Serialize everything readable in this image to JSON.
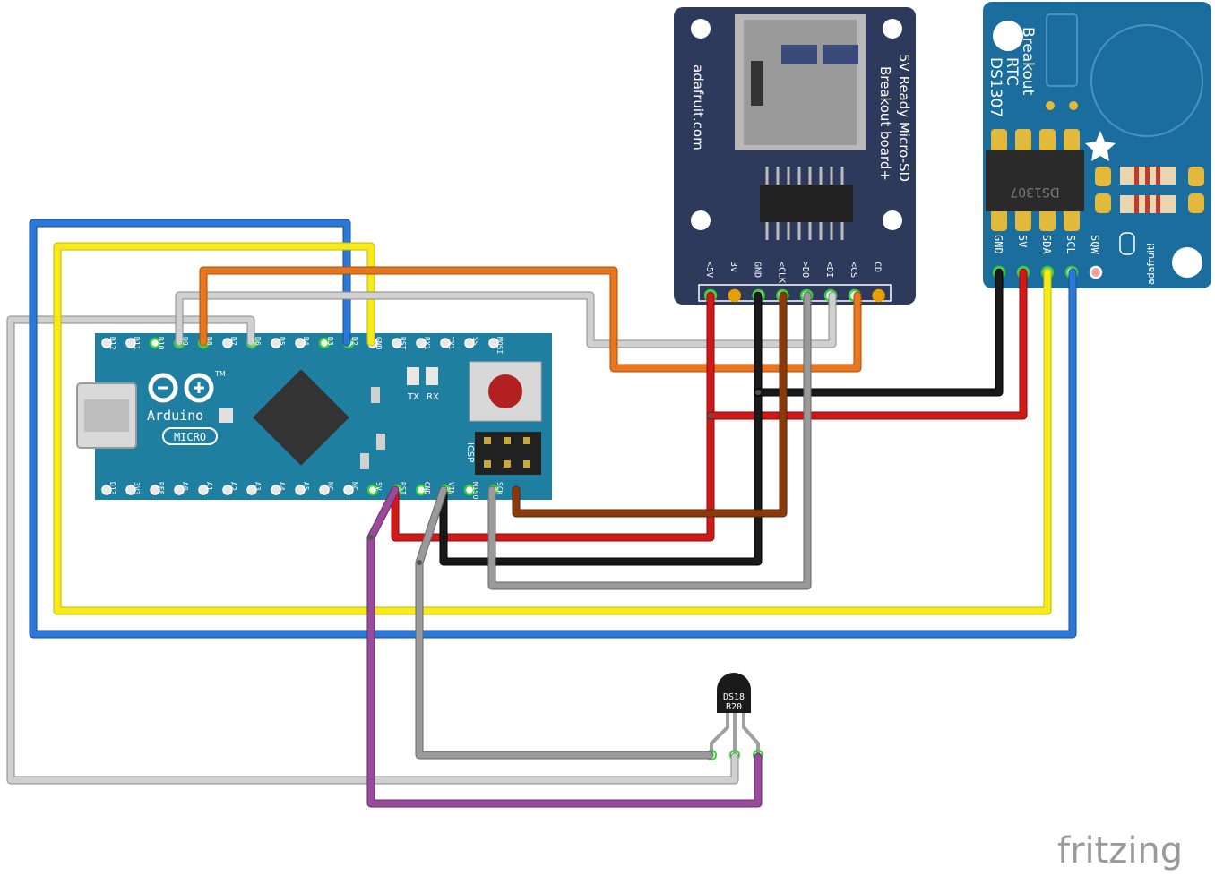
{
  "colors": {
    "board_teal": "#1f7fa0",
    "sd_navy": "#2e3a5c",
    "rtc_blue": "#1b6d9e",
    "wire_blue": "#1e6fd0",
    "wire_yellow": "#f7ea1a",
    "wire_orange": "#e8761c",
    "wire_gray": "#9a9a9a",
    "wire_lightgray": "#c8c8c8",
    "wire_red": "#d01a1a",
    "wire_black": "#1a1a1a",
    "wire_brown": "#8a3a0a",
    "wire_purple": "#9a4a9a"
  },
  "arduino": {
    "brand": "Arduino",
    "model": "MICRO",
    "tm": "TM",
    "tx": "TX",
    "rx": "RX",
    "icsp": "ICSP",
    "top_pins": [
      "D12",
      "D11",
      "D10",
      "D9",
      "D8",
      "D7",
      "D6",
      "D5",
      "D4",
      "D3",
      "D2",
      "GND",
      "RST",
      "RX1",
      "TX1",
      "SS",
      "MOSI"
    ],
    "bottom_pins": [
      "D13",
      "3V3",
      "REF",
      "A0",
      "A1",
      "A2",
      "A3",
      "A4",
      "A5",
      "NC",
      "NC",
      "5V",
      "RST",
      "GND",
      "VIN",
      "MISO",
      "SCK"
    ]
  },
  "sd_board": {
    "title_line1": "5V Ready Micro-SD",
    "title_line2": "Breakout board+",
    "brand": "adafruit.com",
    "pins": [
      "<5V",
      "3v",
      "GND",
      "<CLK",
      ">DO",
      "<DI",
      "<CS",
      "CD"
    ]
  },
  "rtc_board": {
    "title_line1": "DS1307",
    "title_line2": "RTC",
    "title_line3": "Breakout",
    "chip": "DS1307",
    "brand": "adafruit!",
    "pins": [
      "GND",
      "5V",
      "SDA",
      "SCL",
      "SQW"
    ]
  },
  "sensor": {
    "line1": "DS18",
    "line2": "B20"
  },
  "watermark": "fritzing"
}
